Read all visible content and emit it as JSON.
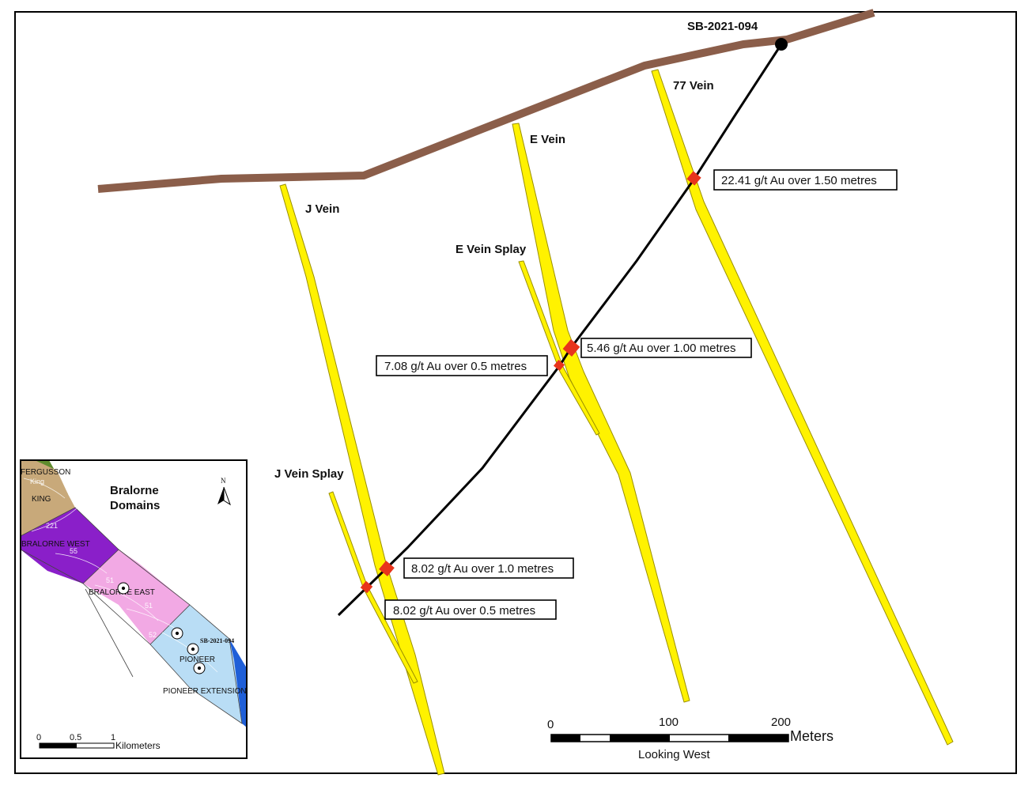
{
  "collar": {
    "hole_id": "SB-2021-094"
  },
  "veins": {
    "v77": "77 Vein",
    "e": "E Vein",
    "j": "J Vein",
    "e_splay": "E Vein Splay",
    "j_splay": "J Vein Splay"
  },
  "intercepts": {
    "i77": "22.41 g/t Au over 1.50 metres",
    "ie": "5.46 g/t Au over 1.00 metres",
    "ie_splay": "7.08 g/t Au over 0.5 metres",
    "ij": "8.02 g/t Au over 1.0 metres",
    "ij_splay": "8.02 g/t Au over 0.5 metres"
  },
  "scale": {
    "ticks": [
      "0",
      "100",
      "200"
    ],
    "unit": "Meters",
    "caption": "Looking West"
  },
  "inset": {
    "title_line1": "Bralorne",
    "title_line2": "Domains",
    "north": "N",
    "domains": {
      "fergusson": "FERGUSSON",
      "king": "KING",
      "bralorne_west": "BRALORNE WEST",
      "bralorne_east": "BRALORNE EAST",
      "pioneer": "PIONEER",
      "pioneer_extension": "PIONEER EXTENSION"
    },
    "hole_id": "SB-2021-094",
    "scale_ticks": [
      "0",
      "0.5",
      "1"
    ],
    "scale_unit": "Kilometers"
  },
  "colors": {
    "surface": "#8B5E4A",
    "vein": "#FFF200",
    "vein_edge": "#9A8F00",
    "drillhole": "#000000",
    "intercept": "#E8341C",
    "fergusson": "#5E8C2E",
    "king": "#C8A97A",
    "bralorne_west": "#8A1FC9",
    "bralorne_east": "#F2A9E4",
    "pioneer": "#B9DDF5",
    "pioneer_extension": "#1F5FD8"
  }
}
